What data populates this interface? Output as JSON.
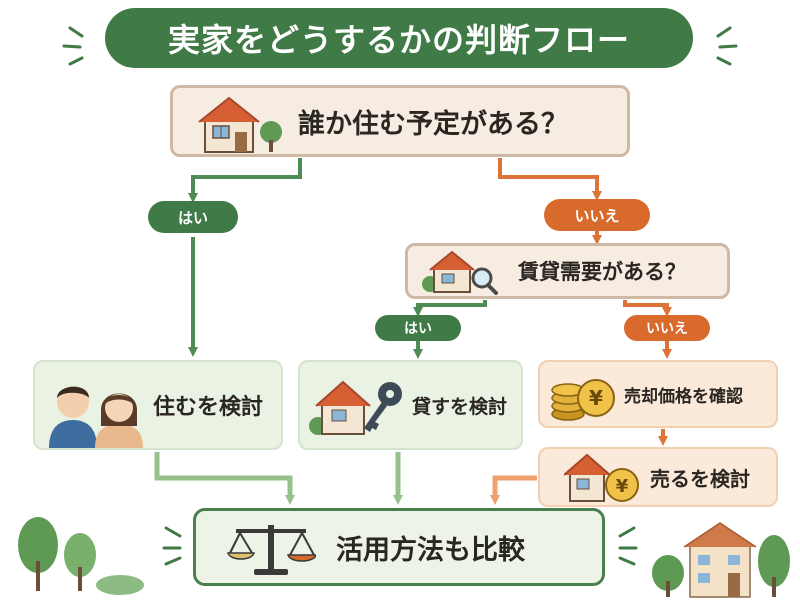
{
  "title": "実家をどうするかの判断フロー",
  "questions": {
    "q1": "誰か住む予定がある？",
    "q2": "賃貸需要がある？"
  },
  "answers": {
    "yes": "はい",
    "no": "いいえ"
  },
  "outcomes": {
    "live": "住むを検討",
    "rent": "貸すを検討",
    "check_price": "売却価格を確認",
    "sell": "売るを検討",
    "compare": "活用方法も比較"
  },
  "icons": [
    "house-icon",
    "tree-icon",
    "family-icon",
    "magnifier-icon",
    "key-icon",
    "coins-icon",
    "yen-coin-icon",
    "scale-icon",
    "trees-decoration-icon",
    "apartment-icon",
    "sparkle-icon"
  ],
  "colors": {
    "green": "#3f7a47",
    "light_green": "#8dbb84",
    "orange": "#d86a2c",
    "light_orange": "#eda26d",
    "beige": "#f7ece2"
  }
}
